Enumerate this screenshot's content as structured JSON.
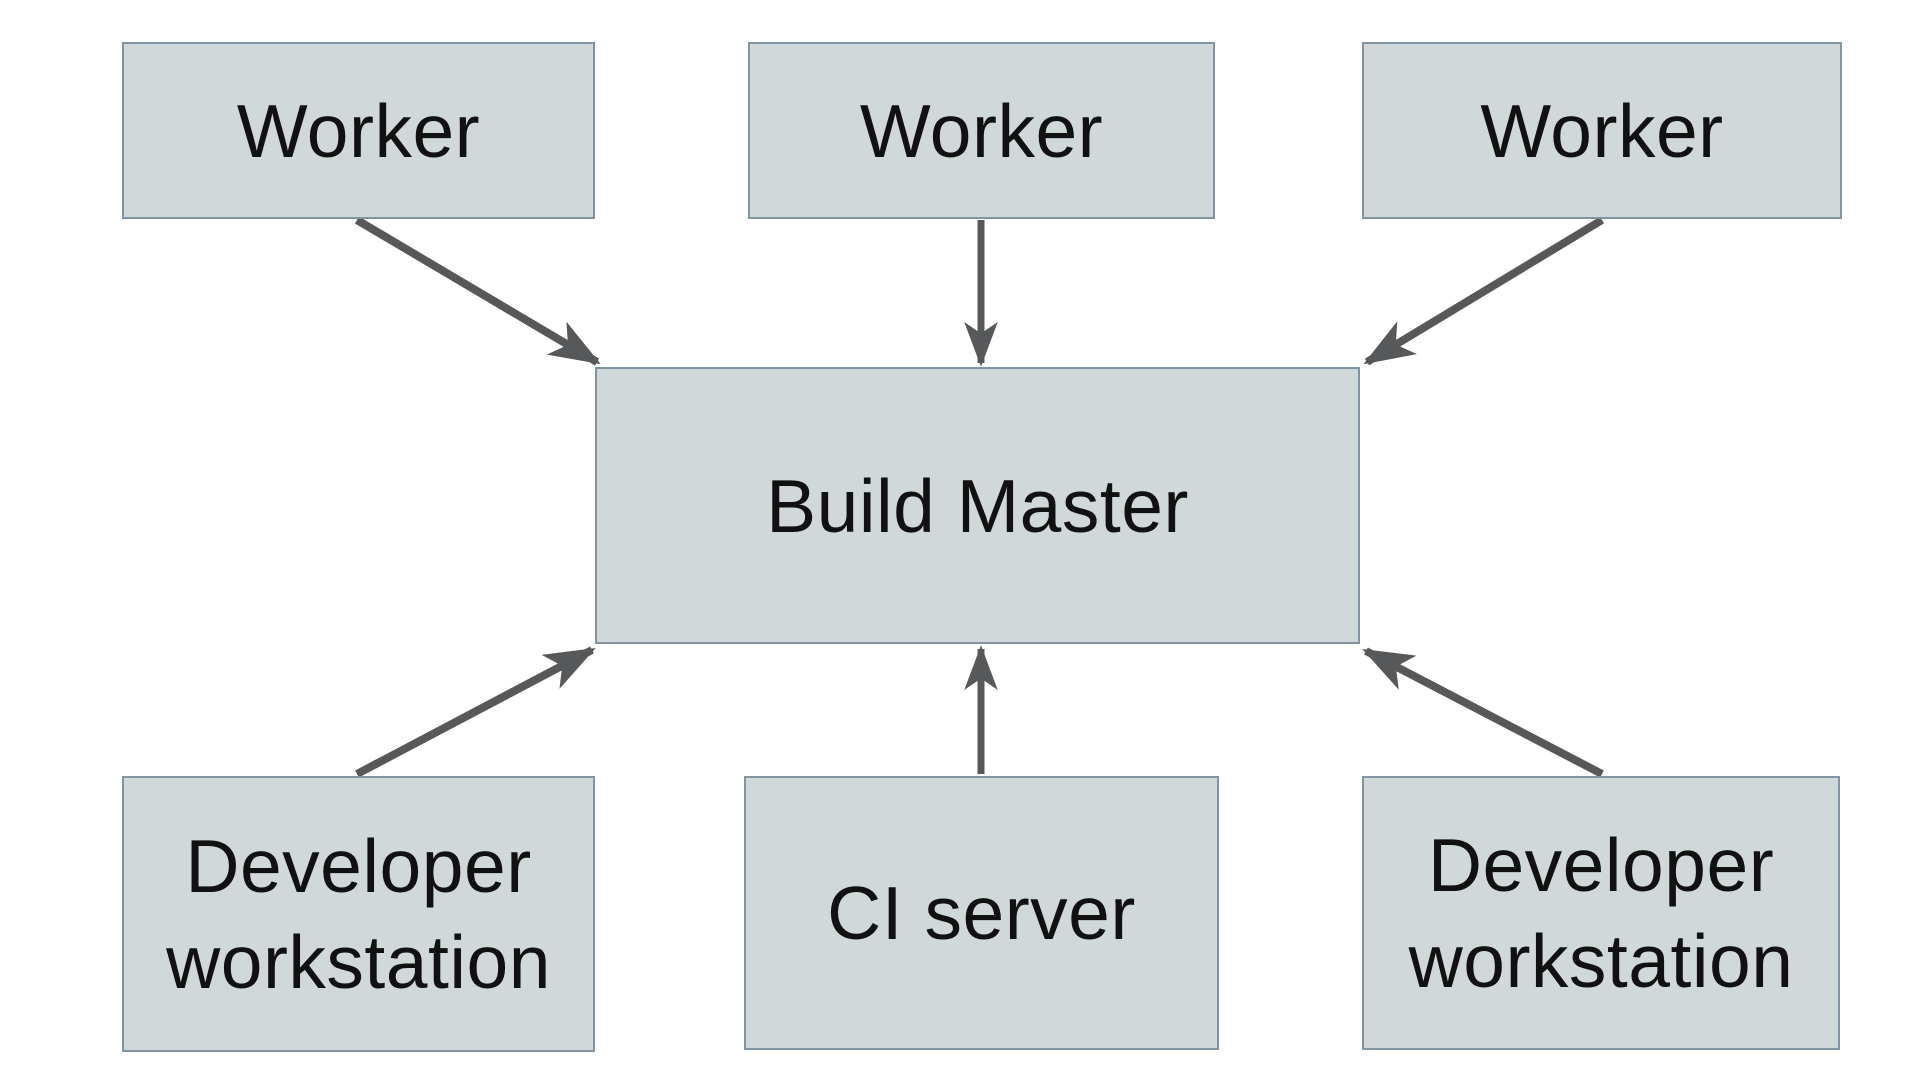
{
  "colors": {
    "background": "#ffffff",
    "node_fill": "#d1d8da",
    "node_border": "#8095a1",
    "arrow": "#57585a",
    "text": "#111111"
  },
  "diagram": {
    "nodes": [
      {
        "id": "worker-1",
        "label": "Worker"
      },
      {
        "id": "worker-2",
        "label": "Worker"
      },
      {
        "id": "worker-3",
        "label": "Worker"
      },
      {
        "id": "build-master",
        "label": "Build Master"
      },
      {
        "id": "developer-workstation-1",
        "label": "Developer workstation"
      },
      {
        "id": "ci-server",
        "label": "CI server"
      },
      {
        "id": "developer-workstation-2",
        "label": "Developer workstation"
      }
    ],
    "edges": [
      {
        "from": "worker-1",
        "to": "build-master"
      },
      {
        "from": "worker-2",
        "to": "build-master"
      },
      {
        "from": "worker-3",
        "to": "build-master"
      },
      {
        "from": "developer-workstation-1",
        "to": "build-master"
      },
      {
        "from": "ci-server",
        "to": "build-master"
      },
      {
        "from": "developer-workstation-2",
        "to": "build-master"
      }
    ]
  }
}
